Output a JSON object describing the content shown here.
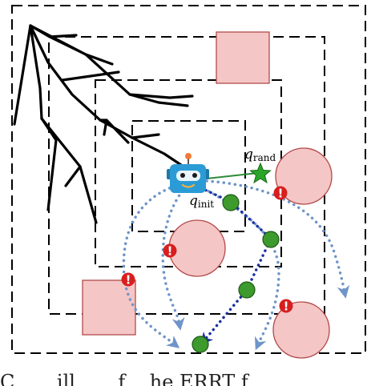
{
  "diagram": {
    "labels": {
      "q_rand": {
        "base": "q",
        "sub": "rand"
      },
      "q_init": {
        "base": "q",
        "sub": "init"
      },
      "warning": "!"
    },
    "icons": [
      "robot-icon",
      "star-icon",
      "warning-icon"
    ],
    "colors": {
      "obstacle_fill": "#f5c6c6",
      "obstacle_stroke": "#b24a4a",
      "tree": "#000000",
      "sample_edge": "#2e8b3a",
      "node_green": "#3d9a2d",
      "planned_path": "#1a2fa0",
      "prediction_path": "#6e95c9",
      "warning_red": "#d81e1e",
      "robot_body": "#2b9bd6"
    }
  },
  "caption": "C... ...ill... ...f ...he ERRT f..."
}
